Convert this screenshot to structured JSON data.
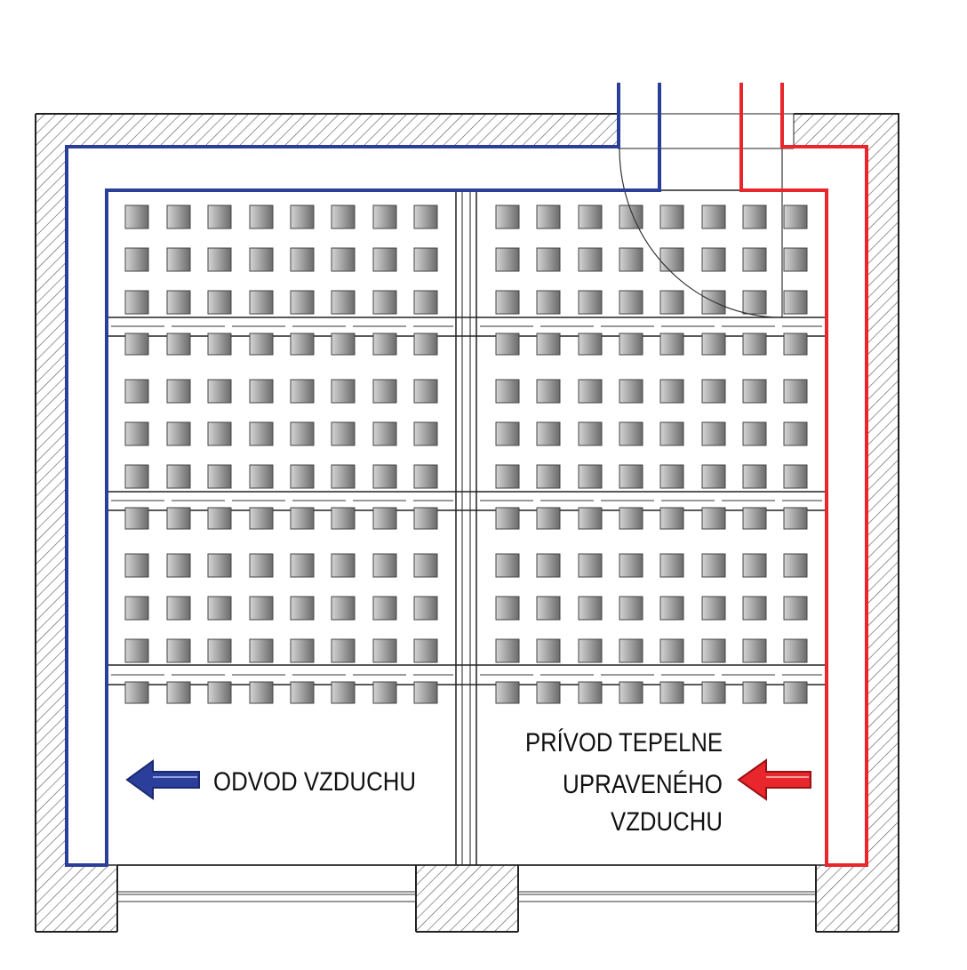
{
  "labels": {
    "exhaust": "ODVOD VZDUCHU",
    "supply_line1": "PRÍVOD TEPELNE",
    "supply_line2": "UPRAVENÉHO",
    "supply_line3": "VZDUCHU"
  },
  "colors": {
    "exhaust_duct": "#2b3f9a",
    "supply_duct": "#e8262b",
    "wall_outline": "#222222",
    "hatch": "#555555",
    "bottle_light": "#d4d4d4",
    "bottle_dark": "#6b6b6b"
  },
  "rack": {
    "columns_per_side": 8,
    "rows_per_tier": 3,
    "tiers": 3
  }
}
